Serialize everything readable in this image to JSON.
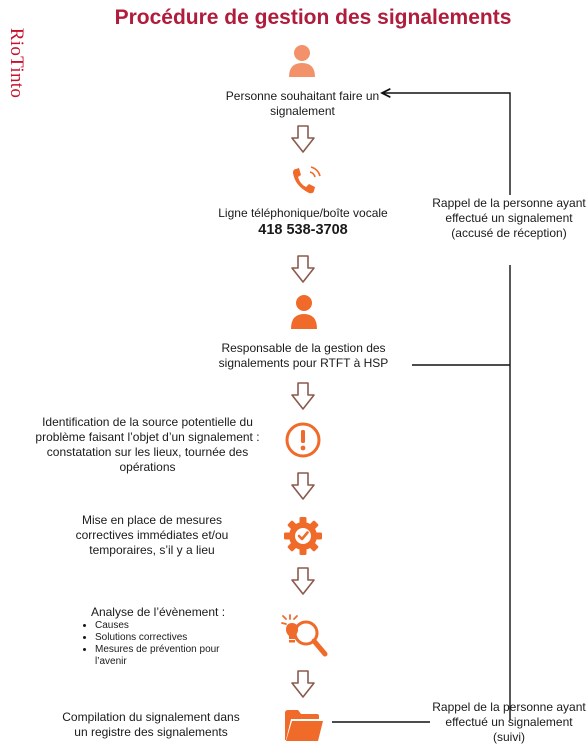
{
  "brand": "RioTinto",
  "title": "Procédure de gestion des signalements",
  "steps": {
    "person": "Personne souhaitant faire un signalement",
    "phone_label": "Ligne téléphonique/boîte vocale",
    "phone_number": "418 538-3708",
    "manager": "Responsable de la gestion des signalements pour RTFT à HSP",
    "identification": "Identification de la source potentielle du problème faisant l’objet d’un signalement : constatation sur les lieux, tournée des opérations",
    "measures": "Mise en place de mesures correctives immédiates et/ou temporaires, s’il y a lieu",
    "analysis_title": "Analyse de l’évènement :",
    "analysis_items": [
      "Causes",
      "Solutions correctives",
      "Mesures de prévention pour l’avenir"
    ],
    "compilation": "Compilation du signalement dans un registre des signalements"
  },
  "side": {
    "callback_ack": "Rappel de la personne ayant effectué un signalement (accusé de réception)",
    "callback_followup": "Rappel de la personne ayant effectué un signalement (suivi)"
  },
  "icons": [
    "person-icon",
    "phone-icon",
    "person-icon",
    "alert-icon",
    "gear-check-icon",
    "bulb-search-icon",
    "folder-icon"
  ],
  "colors": {
    "accent": "#f06a2a",
    "title": "#b01c3b",
    "brand": "#c8102e",
    "arrow": "#8b5a4e"
  }
}
